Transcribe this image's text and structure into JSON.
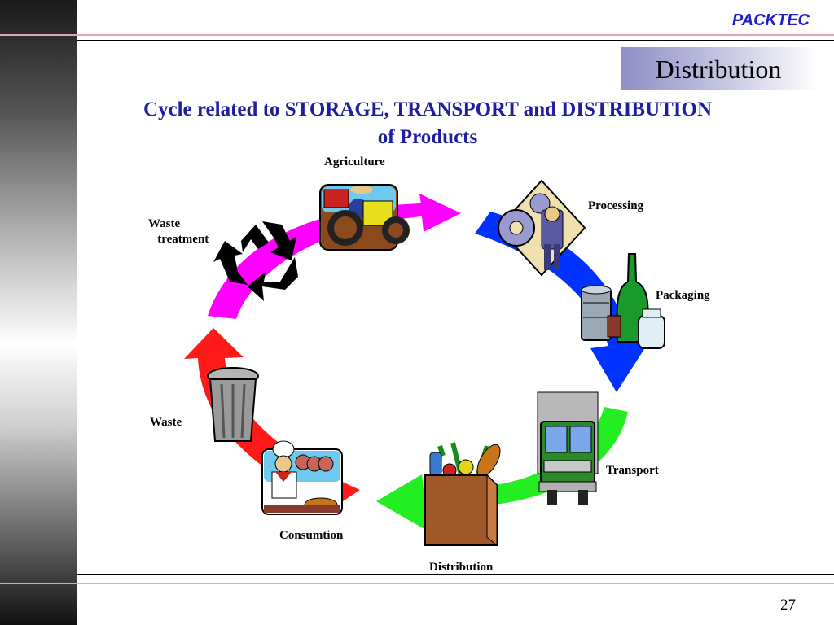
{
  "header": {
    "brand": "PACKTEC",
    "section": "Distribution"
  },
  "title": {
    "line1": "Cycle related to STORAGE, TRANSPORT and DISTRIBUTION",
    "line2": "of Products"
  },
  "stages": {
    "agriculture": "Agriculture",
    "processing": "Processing",
    "packaging": "Packaging",
    "transport": "Transport",
    "distribution": "Distribution",
    "consumption": "Consumtion",
    "waste": "Waste",
    "waste_treatment": "Waste\n   treatment"
  },
  "colors": {
    "agriculture_arrow": "#ff00ff",
    "processing_arrow": "#0033ff",
    "transport_arrow": "#22ee22",
    "waste_arrow": "#ff1a1a",
    "title": "#1e1ea0",
    "brand": "#1e1ecc"
  },
  "footer": {
    "page_number": "27"
  }
}
